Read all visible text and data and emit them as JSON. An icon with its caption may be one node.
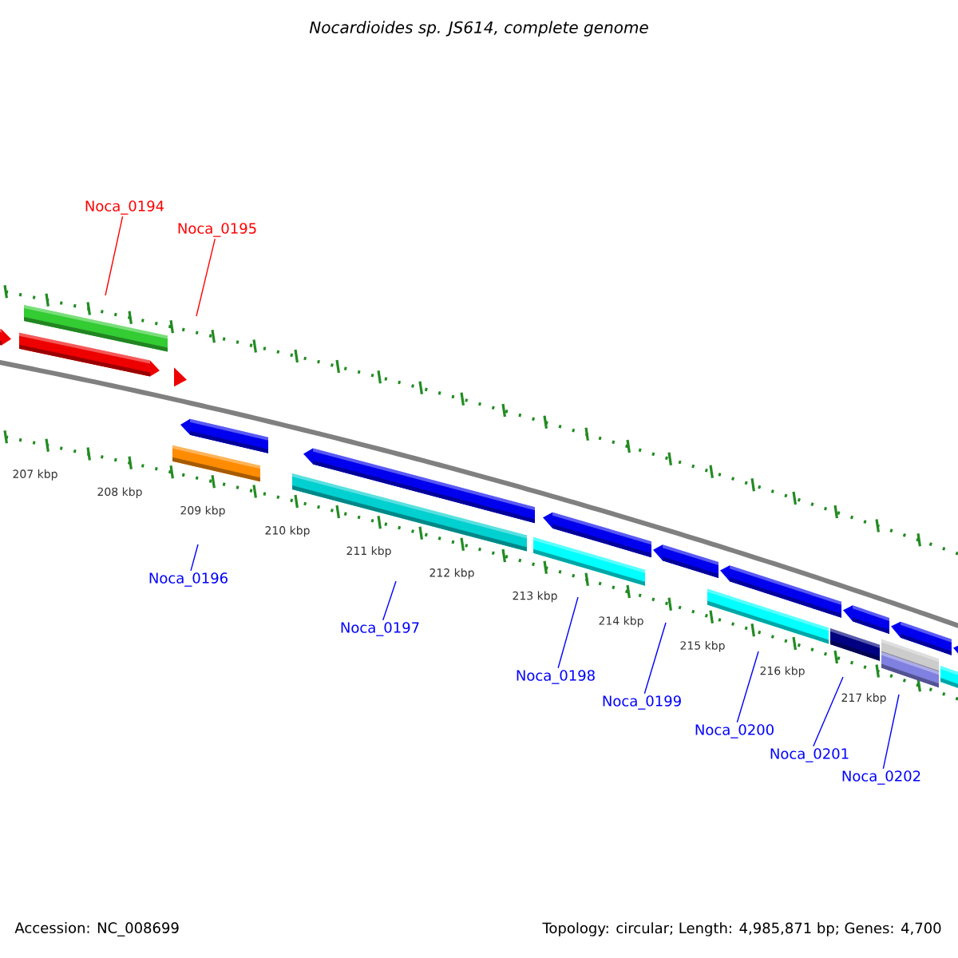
{
  "diagram": {
    "title": "Nocardioides sp. JS614, complete genome",
    "nodes": [
      {
        "text": [
          "Noca_0194"
        ]
      },
      {
        "text": [
          "Noca_0195"
        ]
      },
      {
        "text": [
          "Noca_0196"
        ]
      },
      {
        "text": [
          "Noca_0197"
        ]
      },
      {
        "text": [
          "Noca_0198"
        ]
      },
      {
        "text": [
          "Noca_0199"
        ]
      },
      {
        "text": [
          "Noca_0200"
        ]
      },
      {
        "text": [
          "Noca_0201"
        ]
      },
      {
        "text": [
          "Noca_0202"
        ]
      }
    ],
    "edges": [
      {
        "from": 0,
        "to": null,
        "arrow": "none",
        "color": "#ff0000"
      },
      {
        "from": 1,
        "to": null,
        "arrow": "none",
        "color": "#ff0000"
      },
      {
        "from": 2,
        "to": null,
        "arrow": "none"
      },
      {
        "from": 3,
        "to": null,
        "arrow": "none"
      },
      {
        "from": 4,
        "to": null,
        "arrow": "none"
      },
      {
        "from": 5,
        "to": null,
        "arrow": "none"
      },
      {
        "from": 6,
        "to": null,
        "arrow": "none"
      },
      {
        "from": 7,
        "to": null,
        "arrow": "none"
      },
      {
        "from": 8,
        "to": null,
        "arrow": "none"
      }
    ],
    "labels": [
      "207 kbp",
      "208 kbp",
      "209 kbp",
      "210 kbp",
      "211 kbp",
      "212 kbp",
      "213 kbp",
      "214 kbp",
      "215 kbp",
      "216 kbp",
      "217 kbp",
      "Accession: NC_008699",
      "Topology: circular; Length: 4,985,871 bp; Genes: 4,700"
    ]
  }
}
